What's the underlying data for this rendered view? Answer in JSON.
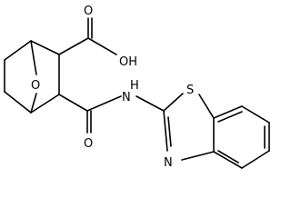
{
  "molecule": {
    "atoms": {
      "bridge_oxygen": "O",
      "acid_hydroxyl": "OH",
      "acid_carbonyl_oxygen": "O",
      "amide_carbonyl_oxygen": "O",
      "amide_nitrogen": "N",
      "amide_hydrogen": "H",
      "thiazole_sulfur": "S",
      "thiazole_nitrogen": "N"
    }
  }
}
